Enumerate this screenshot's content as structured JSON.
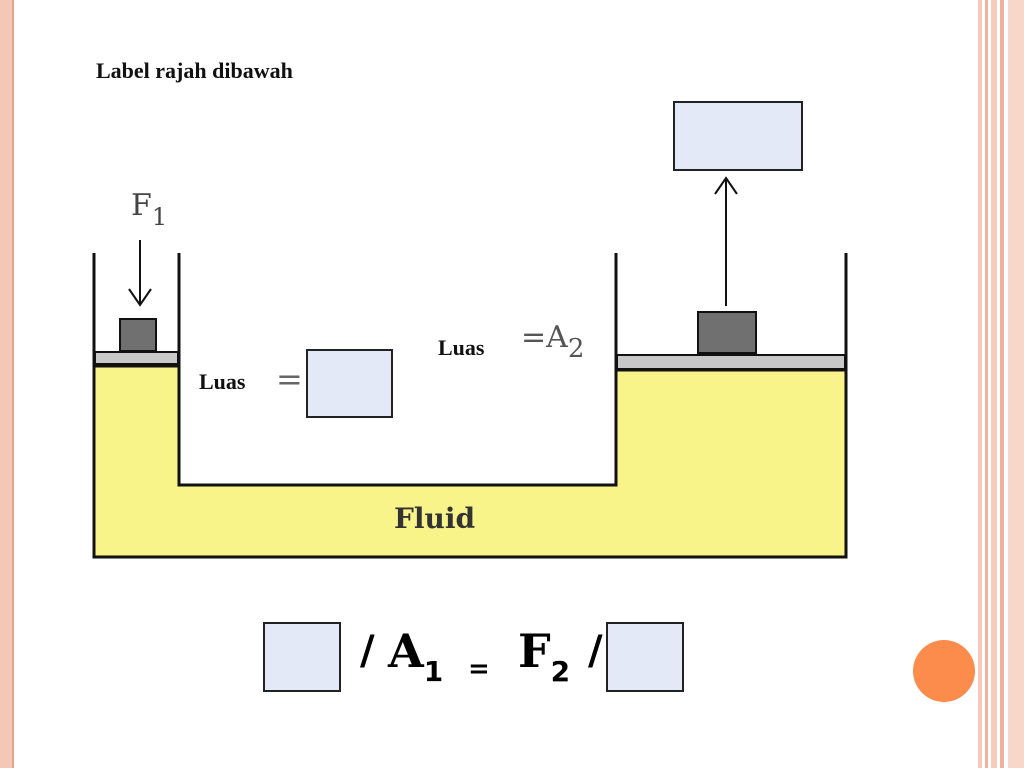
{
  "title": "Label rajah dibawah",
  "diagram": {
    "force_left": "F",
    "force_left_sub": "1",
    "area_left_label": "Luas",
    "area_right_label": "Luas",
    "area_right_value": "A",
    "area_right_sub": "2",
    "equals": "=",
    "fluid_label": "Fluid"
  },
  "formula": {
    "slash_1": "/",
    "a1": "A",
    "a1_sub": "1",
    "equals": "=",
    "f2": "F",
    "f2_sub": "2",
    "slash_2": "/"
  },
  "colors": {
    "fluid": "#f9f48a",
    "piston": "#c8c8c8",
    "weight": "#707070",
    "answer_box": "#e3e9f7",
    "accent_dot": "#fb8c4c"
  }
}
